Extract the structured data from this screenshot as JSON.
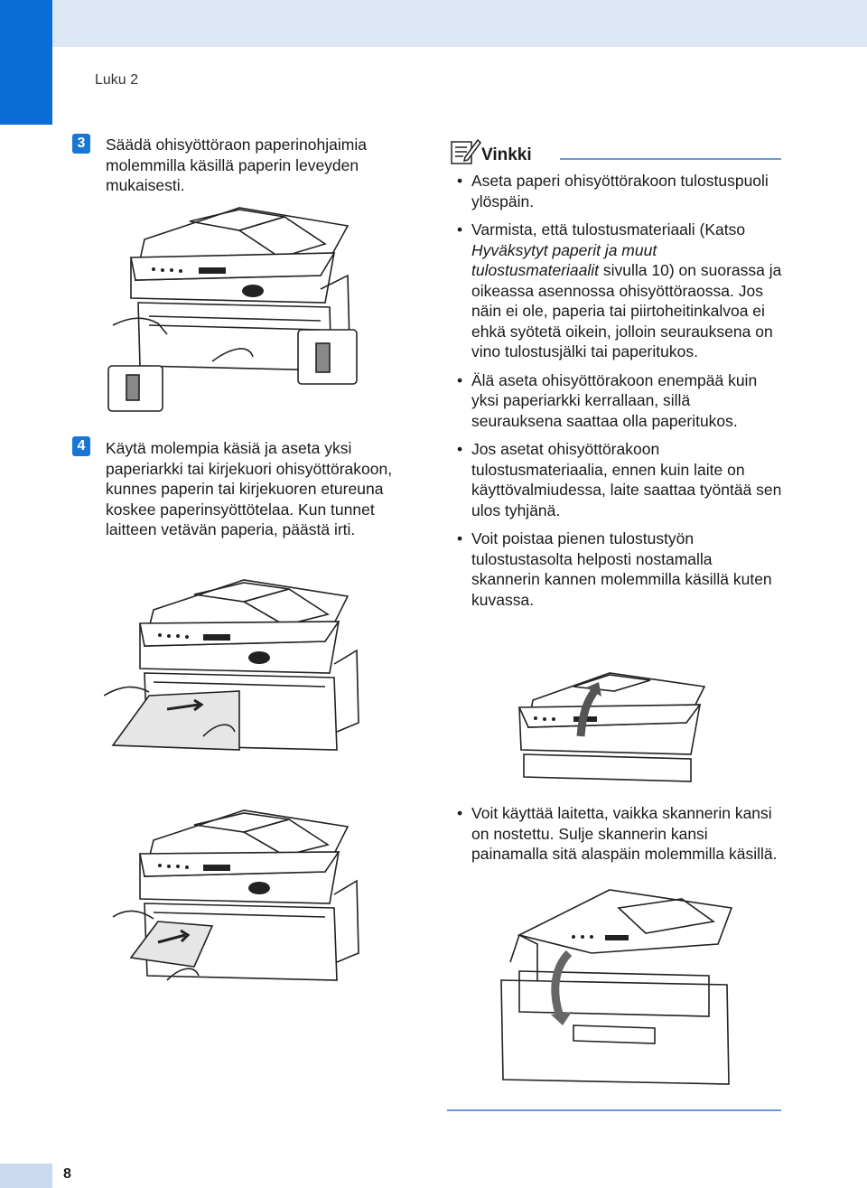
{
  "header": {
    "chapter": "Luku 2"
  },
  "steps": [
    {
      "number": "3",
      "text": "Säädä ohisyöttöraon paperinohjaimia molemmilla käsillä paperin leveyden mukaisesti."
    },
    {
      "number": "4",
      "text": "Käytä molempia käsiä ja aseta yksi paperiarkki tai kirjekuori ohisyöttörakoon, kunnes paperin tai kirjekuoren etureuna koskee paperinsyöttötelaa. Kun tunnet laitteen vetävän paperia, päästä irti."
    }
  ],
  "note": {
    "title": "Vinkki",
    "bullet1": "Aseta paperi ohisyöttörakoon tulostuspuoli ylöspäin.",
    "bullet2_pre": "Varmista, että tulostusmateriaali (Katso ",
    "bullet2_link": "Hyväksytyt paperit ja muut tulostusmateriaalit",
    "bullet2_post": " sivulla 10) on suorassa ja oikeassa asennossa ohisyöttöraossa. Jos näin ei ole, paperia tai piirtoheitinkalvoa ei ehkä syötetä oikein, jolloin seurauksena on vino tulostusjälki tai paperitukos.",
    "bullet3": "Älä aseta ohisyöttörakoon enempää kuin yksi paperiarkki kerrallaan, sillä seurauksena saattaa olla paperitukos.",
    "bullet4": "Jos asetat ohisyöttörakoon tulostusmateriaalia, ennen kuin laite on käyttövalmiudessa, laite saattaa työntää sen ulos tyhjänä.",
    "bullet5": "Voit poistaa pienen tulostustyön tulostustasolta helposti nostamalla skannerin kannen molemmilla käsillä kuten kuvassa.",
    "bullet6": "Voit käyttää laitetta, vaikka skannerin kansi on nostettu. Sulje skannerin kansi painamalla sitä alaspäin molemmilla käsillä."
  },
  "footer": {
    "page_number": "8"
  },
  "colors": {
    "accent": "#0a6ed8",
    "band": "#dde7f5",
    "rule": "#6f99d4"
  },
  "icons": {
    "note": "pencil-note-icon"
  }
}
